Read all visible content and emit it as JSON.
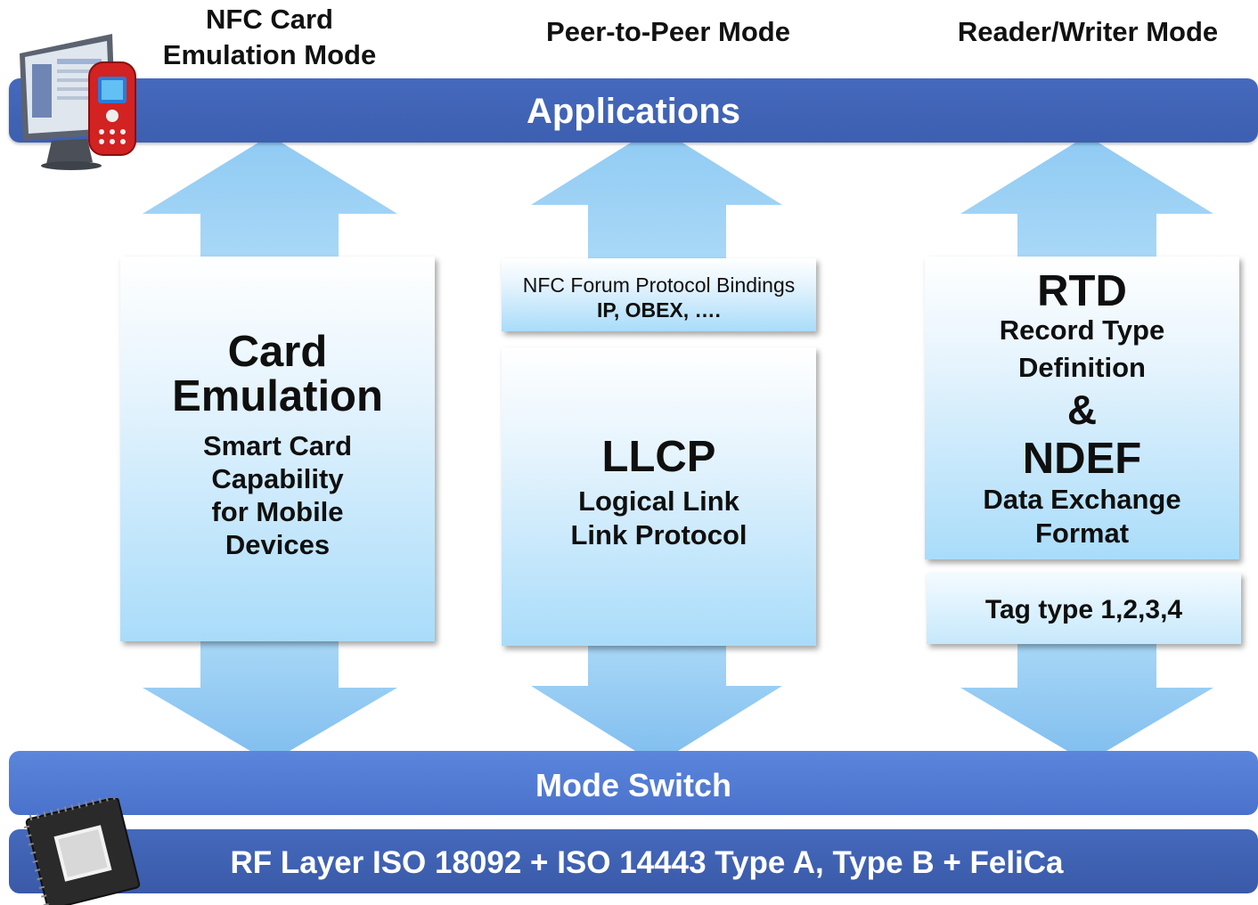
{
  "modes": {
    "card_emulation": "NFC Card\nEmulation Mode",
    "peer_to_peer": "Peer-to-Peer Mode",
    "reader_writer": "Reader/Writer Mode"
  },
  "bands": {
    "applications": "Applications",
    "mode_switch": "Mode Switch",
    "rf_layer": "RF Layer ISO 18092 + ISO 14443 Type A, Type B + FeliCa"
  },
  "card_emulation_box": {
    "title_line1": "Card",
    "title_line2": "Emulation",
    "desc_line1": "Smart Card",
    "desc_line2": "Capability",
    "desc_line3": "for Mobile",
    "desc_line4": "Devices"
  },
  "p2p_bindings_box": {
    "line1": "NFC Forum Protocol Bindings",
    "line2": "IP, OBEX, …."
  },
  "llcp_box": {
    "title": "LLCP",
    "line1": "Logical Link",
    "line2": "Link Protocol"
  },
  "rtd_ndef_box": {
    "rtd": "RTD",
    "rtd_line1": "Record Type",
    "rtd_line2": "Definition",
    "ampersand": "&",
    "ndef": "NDEF",
    "ndef_line1": "Data Exchange",
    "ndef_line2": "Format"
  },
  "tag_type_box": {
    "label": "Tag type 1,2,3,4"
  },
  "icons": {
    "top_left": "computer-and-mobile-phone-icon",
    "bottom_left": "microchip-icon"
  },
  "colors": {
    "band_dark": "#3d5fb0",
    "band_light": "#4a72cc",
    "arrow": "#8ec8f2",
    "box_gradient_end": "#a9dcfa"
  }
}
